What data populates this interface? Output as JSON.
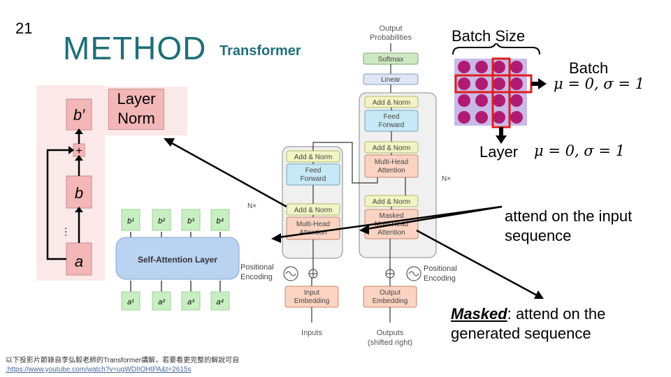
{
  "slide": {
    "number": "21",
    "title": "METHOD",
    "subtitle": "Transformer"
  },
  "residual_block": {
    "output_label": "b′",
    "add_symbol": "+",
    "middle_label": "b",
    "input_label": "a",
    "dots": "⋯",
    "layer_norm_label_1": "Layer",
    "layer_norm_label_2": "Norm"
  },
  "self_attention": {
    "layer_label": "Self-Attention Layer",
    "outputs": [
      "b¹",
      "b²",
      "b³",
      "b⁴"
    ],
    "inputs": [
      "a¹",
      "a²",
      "a³",
      "a⁴"
    ],
    "nx_label": "N×"
  },
  "transformer_diagram": {
    "output_probabilities_1": "Output",
    "output_probabilities_2": "Probabilities",
    "softmax": "Softmax",
    "linear": "Linear",
    "add_norm": "Add & Norm",
    "feed_forward_1": "Feed",
    "feed_forward_2": "Forward",
    "multi_head_1": "Multi-Head",
    "multi_head_2": "Attention",
    "masked_1": "Masked",
    "masked_2": "Multi-Head",
    "masked_3": "Attention",
    "input_embedding_1": "Input",
    "input_embedding_2": "Embedding",
    "output_embedding_1": "Output",
    "output_embedding_2": "Embedding",
    "positional_encoding_1": "Positional",
    "positional_encoding_2": "Encoding",
    "inputs": "Inputs",
    "outputs_1": "Outputs",
    "outputs_2": "(shifted right)",
    "nx_label": "N×"
  },
  "normalization": {
    "batch_size_label": "Batch Size",
    "batch_label": "Batch",
    "layer_label": "Layer",
    "stats": "μ = 0, σ = 1"
  },
  "annotations": {
    "encoder_attention_1": "attend on the input",
    "encoder_attention_2": "sequence",
    "masked_word": "Masked",
    "masked_rest_1": ": attend on the",
    "masked_rest_2": "generated sequence"
  },
  "footer": {
    "line1": "以下投影片節錄自李弘毅老師的Transformer講解，若要看更完整的解說可自",
    "line2": ":https://www.youtube.com/watch?v=ugWDIIOHtPA&t=2615s"
  },
  "colors": {
    "title": "#1f6f7a",
    "layer_norm": "#f3b7b7",
    "add_norm": "#f1f4c3",
    "feed_forward": "#c7e8f5",
    "attention": "#fbd3c2",
    "embedding": "#fbd3c2",
    "softmax": "#cfe8c4",
    "linear": "#dfe6f4",
    "circle": "#b01b72",
    "circle_bg": "#c9b9e8",
    "highlight": "#e11c1c"
  }
}
